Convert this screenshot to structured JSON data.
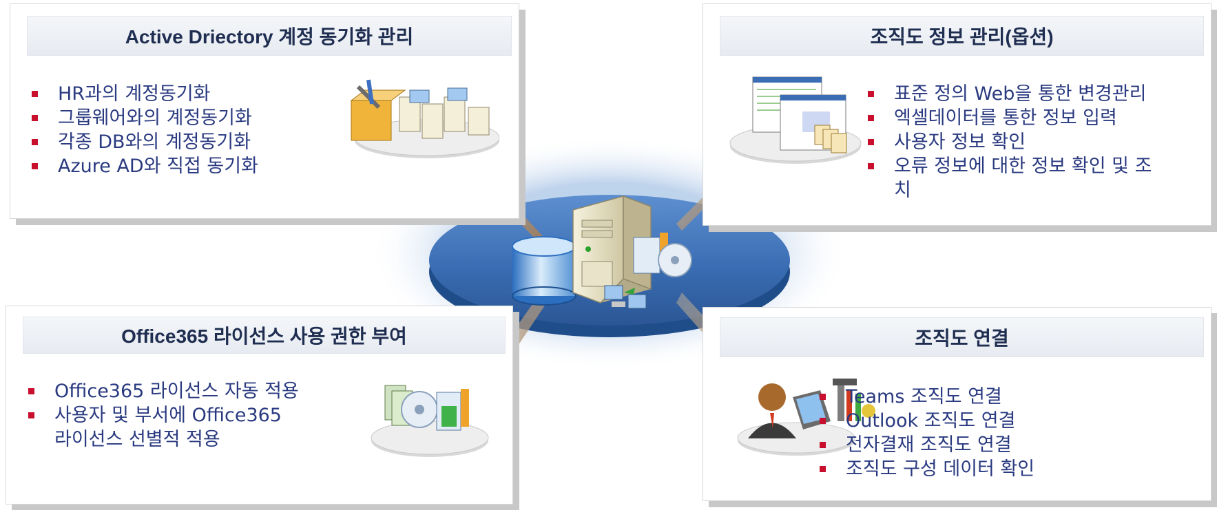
{
  "cards": {
    "top_left": {
      "title": "Active Driectory 계정 동기화 관리",
      "items": [
        "HR과의 계정동기화",
        "그룹웨어와의 계정동기화",
        "각종 DB와의 계정동기화",
        "Azure AD와 직접 동기화"
      ]
    },
    "top_right": {
      "title": "조직도 정보 관리(옵션)",
      "items": [
        "표준 정의 Web을 통한 변경관리",
        "엑셀데이터를 통한 정보 입력",
        "사용자 정보 확인",
        "오류 정보에 대한 정보 확인 및 조치"
      ]
    },
    "bottom_left": {
      "title": "Office365 라이선스 사용 권한 부여",
      "items": [
        "Office365 라이선스 자동 적용",
        "사용자 및 부서에 Office365 라이선스 선별적 적용"
      ]
    },
    "bottom_right": {
      "title": "조직도 연결",
      "items": [
        "Teams 조직도 연결",
        "Outlook 조직도 연결",
        "전자결재 조직도 연결",
        "조직도 구성 데이터 확인"
      ]
    }
  },
  "icons": {
    "top_left": "tools-and-servers-icon",
    "top_right": "spreadsheet-documents-icon",
    "bottom_left": "software-package-cd-icon",
    "bottom_right": "user-laptop-tools-icon",
    "hub_database": "database-cylinder-icon",
    "hub_server": "server-tower-icon"
  },
  "colors": {
    "bullet": "#c8102e",
    "title_text": "#1e2d50",
    "body_text": "#2a3a80",
    "hub_ellipse": "#2f5f9f",
    "arrow": "#9b7b5e"
  }
}
